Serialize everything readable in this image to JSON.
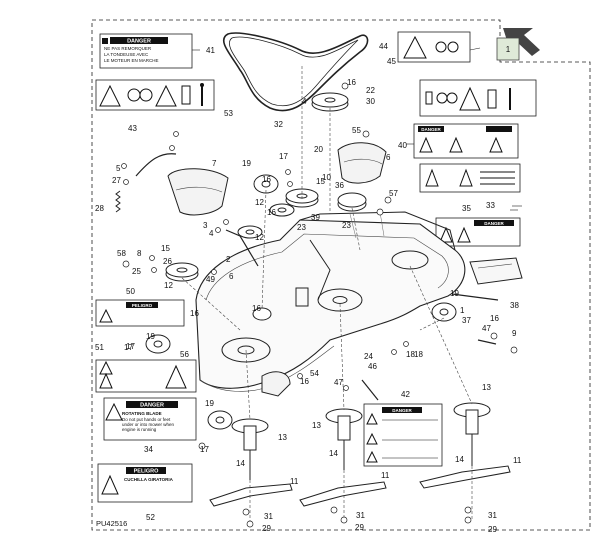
{
  "diagram": {
    "reference_code": "PU42516",
    "page_marker": "1",
    "callouts": [
      "41",
      "44",
      "45",
      "43",
      "53",
      "32",
      "16",
      "22",
      "30",
      "4",
      "55",
      "40",
      "20",
      "5",
      "6",
      "7",
      "17",
      "19",
      "15",
      "10",
      "36",
      "27",
      "57",
      "35",
      "33",
      "28",
      "16",
      "12",
      "39",
      "23",
      "3",
      "4",
      "12",
      "16",
      "58",
      "8",
      "15",
      "26",
      "23",
      "2",
      "25",
      "12",
      "49",
      "6",
      "50",
      "19",
      "16",
      "38",
      "17",
      "19",
      "16",
      "1",
      "37",
      "16",
      "47",
      "9",
      "51",
      "17",
      "18",
      "18",
      "56",
      "24",
      "54",
      "16",
      "47",
      "46",
      "42",
      "19",
      "13",
      "13",
      "13",
      "17",
      "34",
      "14",
      "14",
      "14",
      "11",
      "11",
      "11",
      "31",
      "29",
      "52",
      "31",
      "31",
      "29",
      "29"
    ],
    "decals": {
      "d41": {
        "header": "DANGER",
        "lines": [
          "NE PAS REMORQUER",
          "LA TONDEUSE AVEC",
          "LE MOTEUR EN MARCHE"
        ]
      },
      "d40": {
        "header": "DANGER"
      },
      "d33": {
        "header": "DANGER"
      },
      "d50": {
        "header": "PELIGRO"
      },
      "d34": {
        "header": "DANGER",
        "lines": [
          "ROTATING BLADE",
          "Do not put hands or feet",
          "under or into mower when",
          "engine is running"
        ]
      },
      "d42": {
        "header": "DANGER"
      },
      "d52": {
        "header": "PELIGRO",
        "lines": [
          "CUCHILLA GIRATORIA"
        ]
      }
    }
  }
}
